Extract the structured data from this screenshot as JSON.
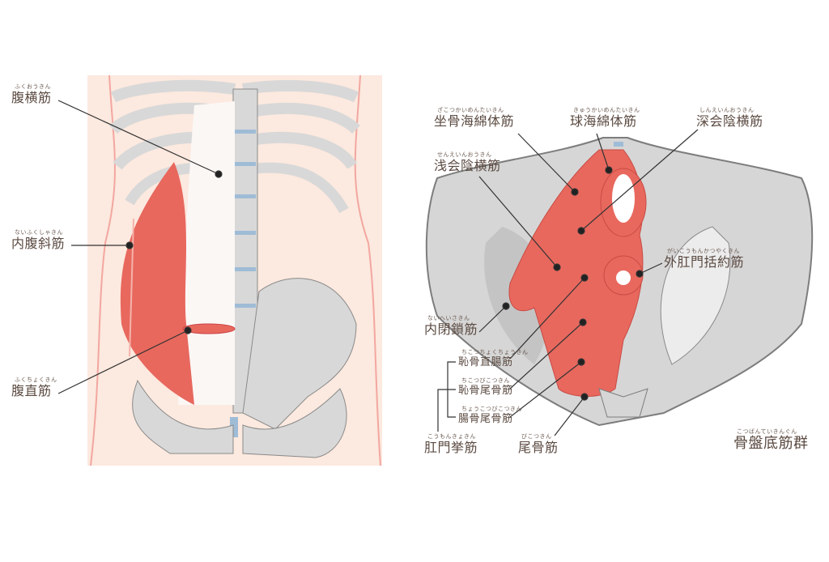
{
  "left_panel": {
    "labels": [
      {
        "id": "transversus-abdominis",
        "text": "腹横筋",
        "ruby": "ふくおうきん"
      },
      {
        "id": "internal-oblique",
        "text": "内腹斜筋",
        "ruby": "ないふくしゃきん"
      },
      {
        "id": "rectus-abdominis",
        "text": "腹直筋",
        "ruby": "ふくちょくきん"
      }
    ]
  },
  "right_panel": {
    "labels": [
      {
        "id": "ischiocavernosus",
        "text": "坐骨海綿体筋",
        "ruby": "ざこつかいめんたいきん"
      },
      {
        "id": "bulbospongiosus",
        "text": "球海綿体筋",
        "ruby": "きゅうかいめんたいきん"
      },
      {
        "id": "deep-transverse-perineal",
        "text": "深会陰横筋",
        "ruby": "しんえいんおうきん"
      },
      {
        "id": "superficial-transverse-perineal",
        "text": "浅会陰横筋",
        "ruby": "せんえいんおうきん"
      },
      {
        "id": "external-anal-sphincter",
        "text": "外肛門括約筋",
        "ruby": "がいこうもんかつやくきん"
      },
      {
        "id": "obturator-internus",
        "text": "内閉鎖筋",
        "ruby": "ないへいさきん"
      },
      {
        "id": "puborectalis",
        "text": "恥骨直腸筋",
        "ruby": "ちこつちょくちょうきん"
      },
      {
        "id": "pubococcygeus",
        "text": "恥骨尾骨筋",
        "ruby": "ちこつびこつきん"
      },
      {
        "id": "iliococcygeus",
        "text": "腸骨尾骨筋",
        "ruby": "ちょうこつびこつきん"
      },
      {
        "id": "levator-ani",
        "text": "肛門挙筋",
        "ruby": "こうもんきょきん"
      },
      {
        "id": "coccygeus",
        "text": "尾骨筋",
        "ruby": "びこつきん"
      }
    ],
    "title": {
      "text": "骨盤底筋群",
      "ruby": "こつばんていきんぐん"
    }
  },
  "colors": {
    "skin": "#fce9df",
    "skin_outline": "#f2a7a0",
    "muscle": "#e8685e",
    "bone": "#d6d6d6",
    "bone_dark": "#8a8a8a",
    "text": "#5b4a41",
    "cartilage": "#9fbcd6"
  }
}
